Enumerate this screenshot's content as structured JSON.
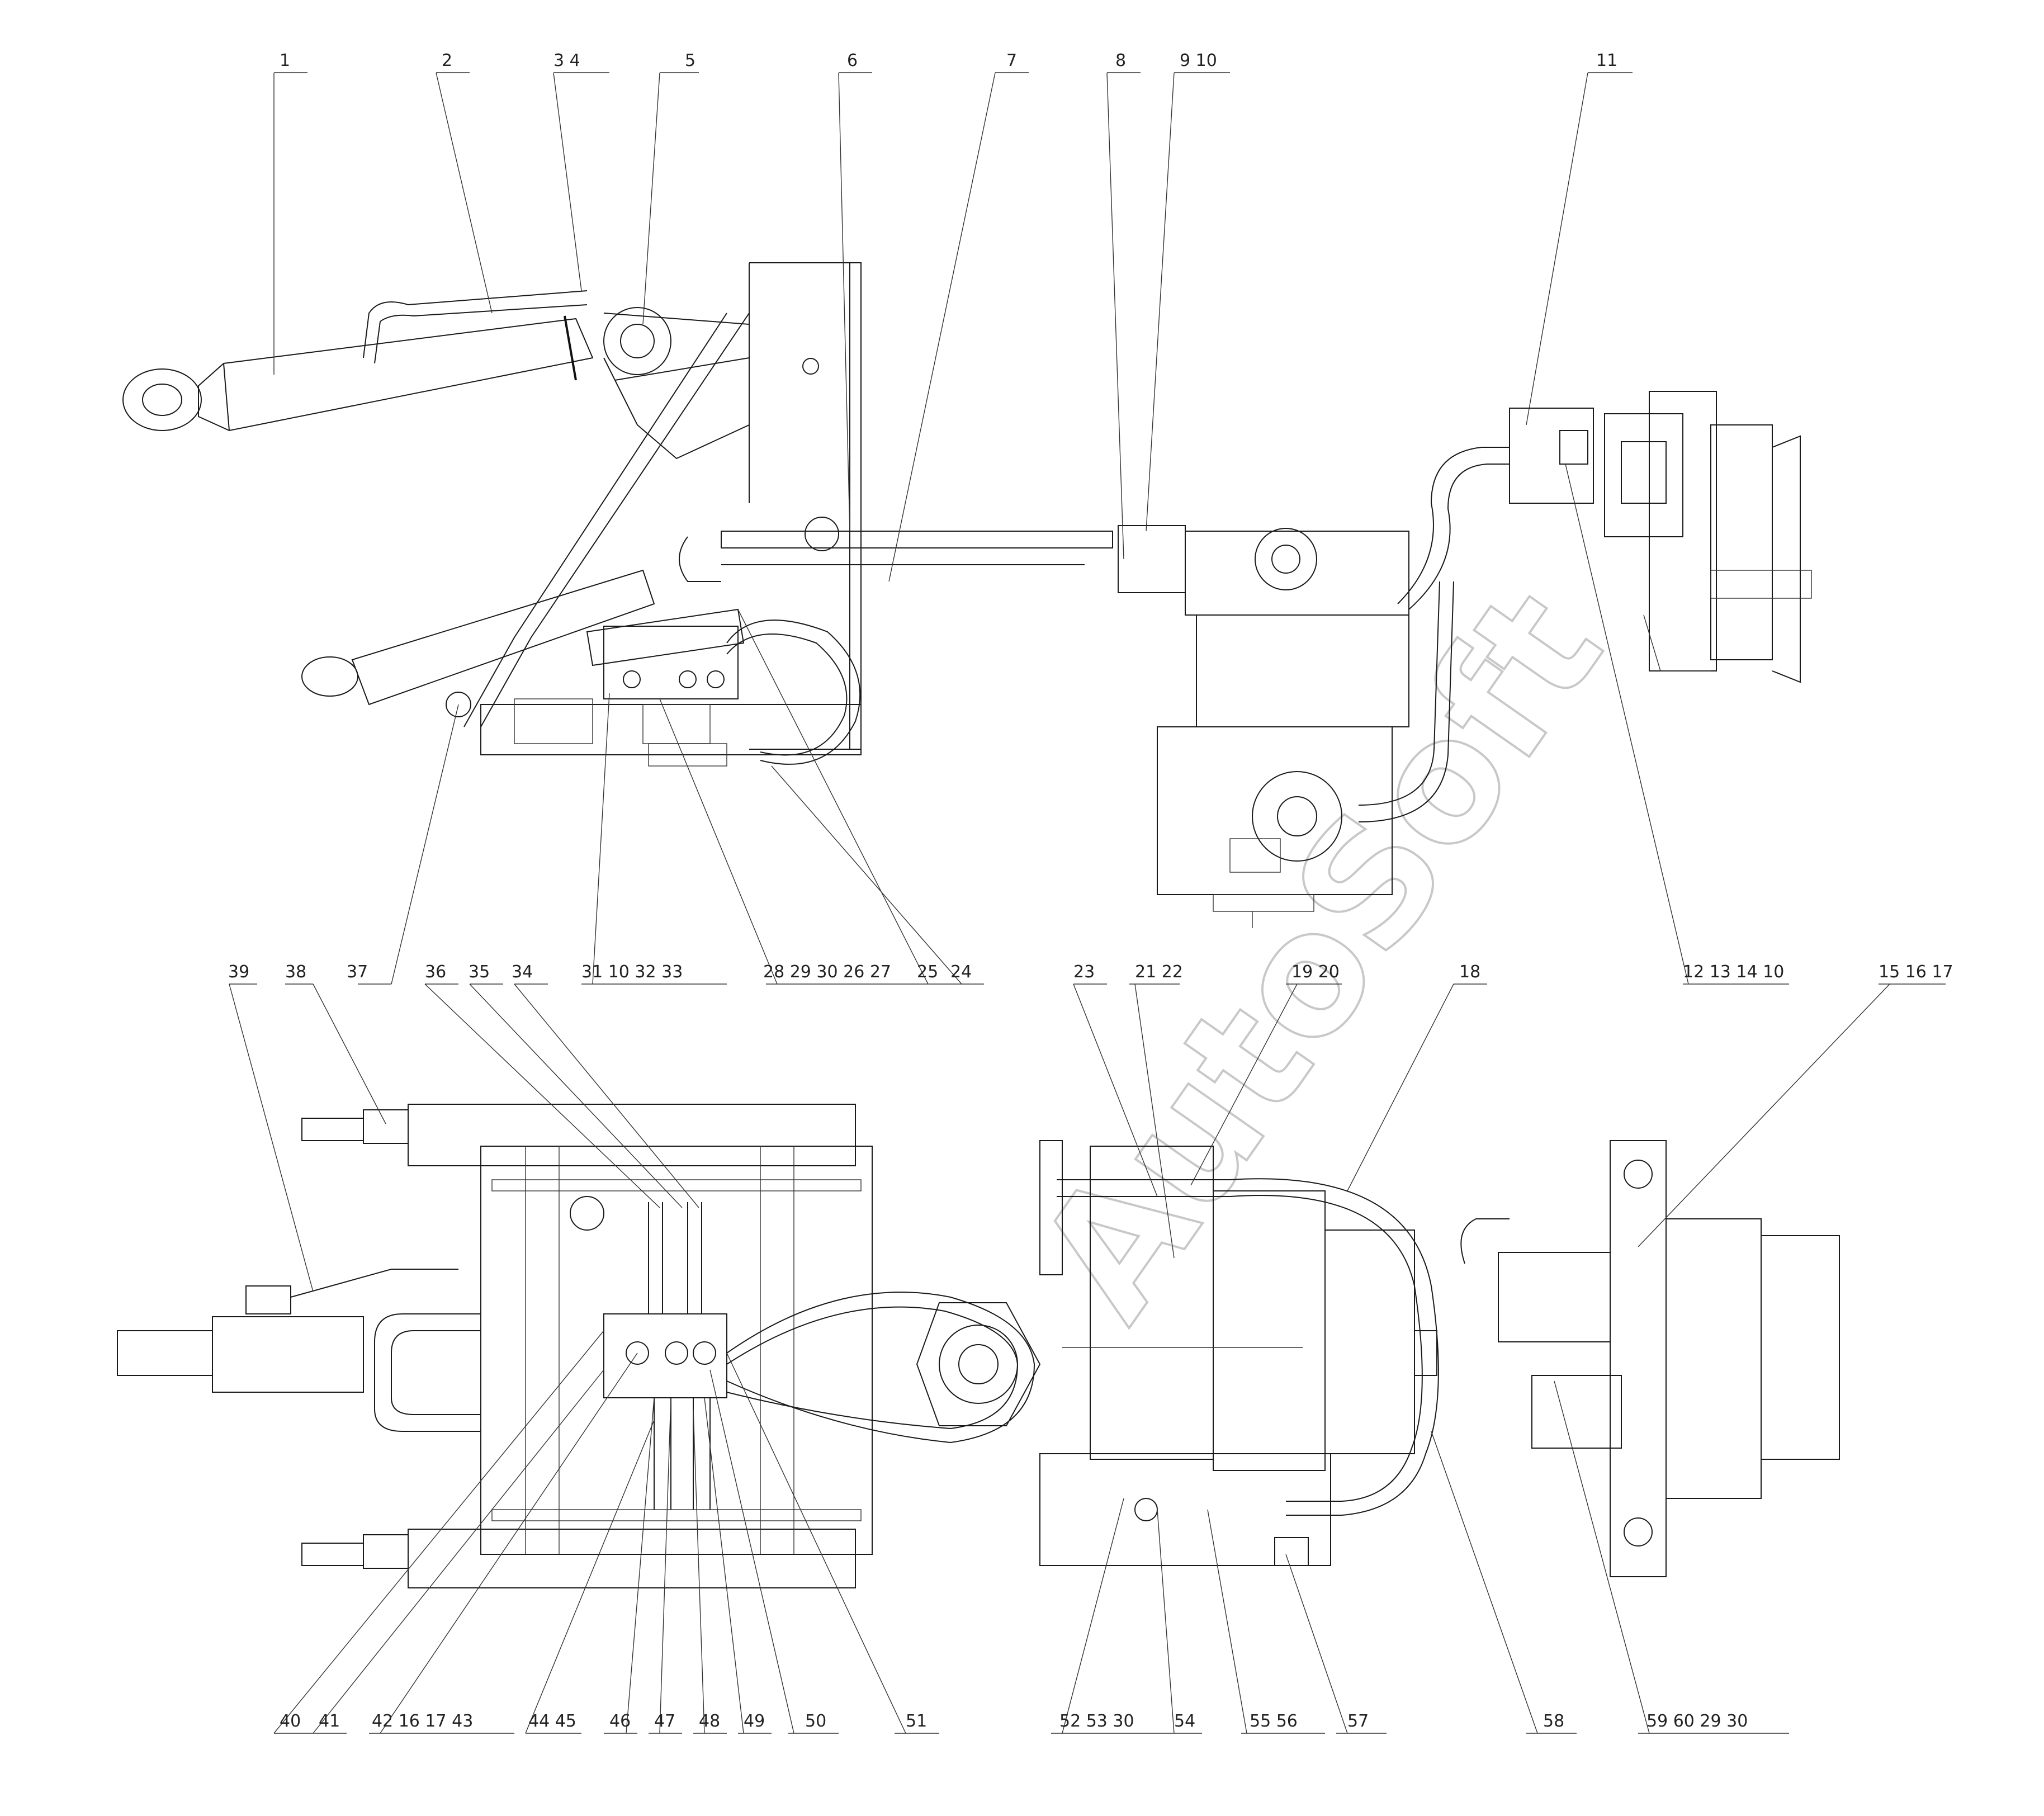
{
  "watermark": "AutoSoft",
  "top_callouts": [
    {
      "text": "1"
    },
    {
      "text": "2"
    },
    {
      "text": "3  4"
    },
    {
      "text": "5"
    },
    {
      "text": "6"
    },
    {
      "text": "7"
    },
    {
      "text": "8"
    },
    {
      "text": "9  10"
    },
    {
      "text": "11"
    }
  ],
  "mid_callouts": [
    {
      "text": "37"
    },
    {
      "text": "31  10  32 33"
    },
    {
      "text": "28 29 30 26 27"
    },
    {
      "text": "25"
    },
    {
      "text": "24"
    },
    {
      "text": "12 13  14  10"
    }
  ],
  "lower_top_callouts": [
    {
      "text": "39"
    },
    {
      "text": "38"
    },
    {
      "text": "36"
    },
    {
      "text": "35"
    },
    {
      "text": "34"
    },
    {
      "text": "23"
    },
    {
      "text": "21 22"
    },
    {
      "text": "19 20"
    },
    {
      "text": "18"
    },
    {
      "text": "15 16 17"
    }
  ],
  "bottom_callouts": [
    {
      "text": "40"
    },
    {
      "text": "41"
    },
    {
      "text": "42  16  17   43"
    },
    {
      "text": "44 45"
    },
    {
      "text": "46"
    },
    {
      "text": "47"
    },
    {
      "text": "48"
    },
    {
      "text": "49"
    },
    {
      "text": "50"
    },
    {
      "text": "51"
    },
    {
      "text": "52 53  30"
    },
    {
      "text": "54"
    },
    {
      "text": "55  56"
    },
    {
      "text": "57"
    },
    {
      "text": "58"
    },
    {
      "text": "59 60  29 30"
    }
  ]
}
